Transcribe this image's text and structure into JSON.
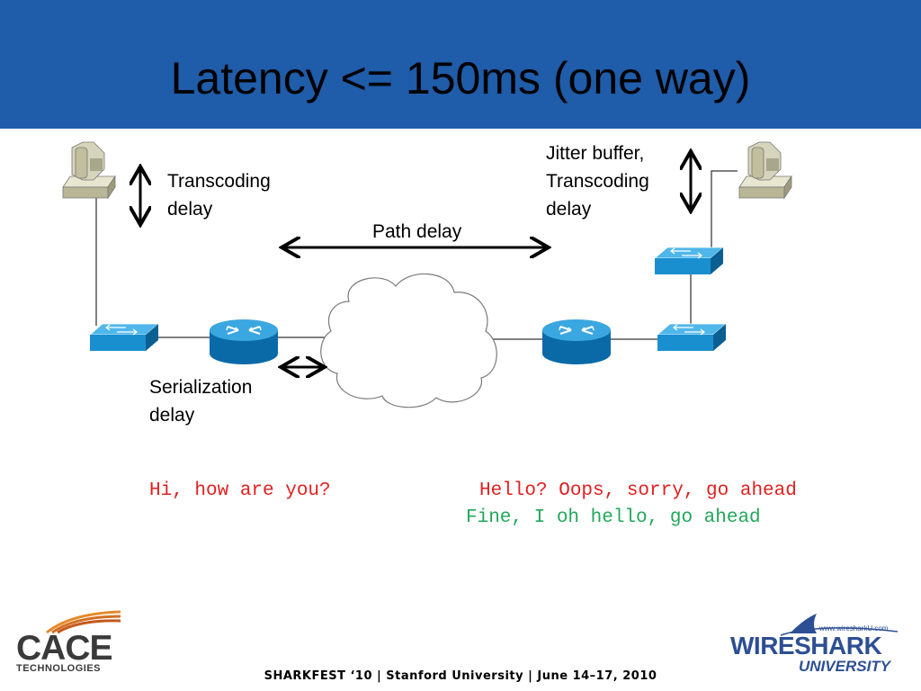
{
  "slide": {
    "title": "Latency <= 150ms (one way)"
  },
  "diagram": {
    "labels": {
      "transcoding_left": [
        "Transcoding",
        "delay"
      ],
      "jitter_transcoding_right": [
        "Jitter buffer,",
        "Transcoding",
        "delay"
      ],
      "path": "Path delay",
      "serialization": [
        "Serialization",
        "delay"
      ]
    },
    "icons": [
      "phone-icon",
      "switch-icon",
      "router-icon",
      "cloud-icon",
      "double-arrow-icon"
    ],
    "colors": {
      "device_blue": "#1a8fd0",
      "device_blue_dark": "#0a5f92",
      "phone_beige": "#c9c7a8"
    }
  },
  "conversation": {
    "left_line": "Hi, how are you?",
    "right_line": "Hello? Oops, sorry, go ahead",
    "reply_line": "Fine, I oh hello, go ahead",
    "colors": {
      "left": "#e02020",
      "right": "#e02020",
      "reply": "#22a85a"
    }
  },
  "footer": {
    "text": "SHARKFEST ‘10  |  Stanford University  |  June 14–17, 2010"
  },
  "logos": {
    "cace": {
      "word": "CACE",
      "sub": "TECHNOLOGIES"
    },
    "wireshark": {
      "url": "www.wiresharkU.com",
      "word": "WIRESHARK",
      "sub": "UNIVERSITY"
    }
  },
  "colors": {
    "title_bar": "#1f5ca9"
  }
}
